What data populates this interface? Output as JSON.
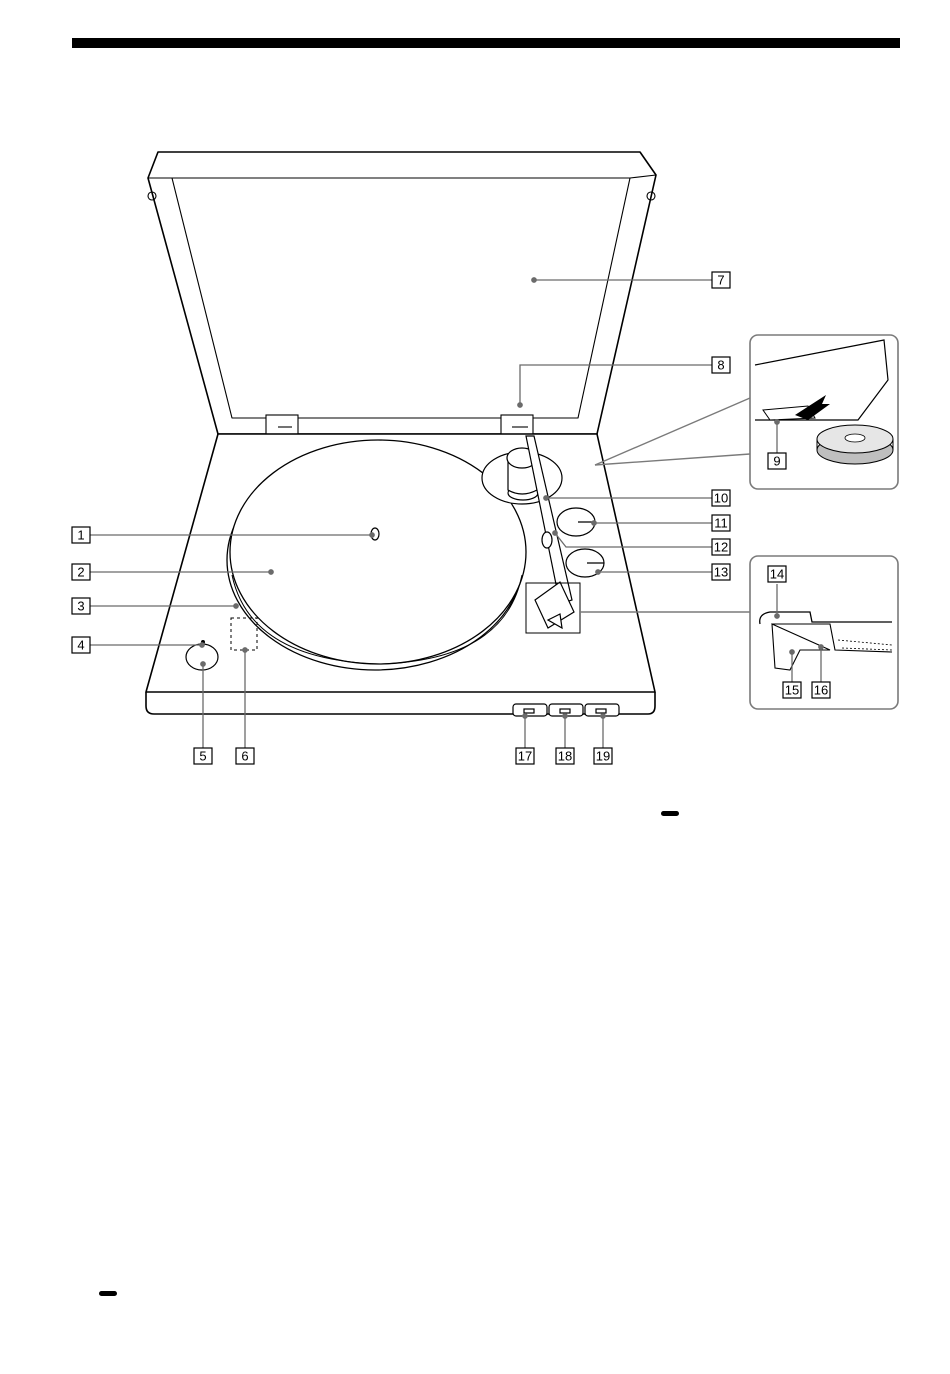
{
  "labels": [
    "1",
    "2",
    "3",
    "4",
    "5",
    "6",
    "7",
    "8",
    "9",
    "10",
    "11",
    "12",
    "13",
    "14",
    "15",
    "16",
    "17",
    "18",
    "19"
  ],
  "colors": {
    "line": "#000000",
    "leader": "#6b6b6b",
    "platter": "#ffffff"
  }
}
